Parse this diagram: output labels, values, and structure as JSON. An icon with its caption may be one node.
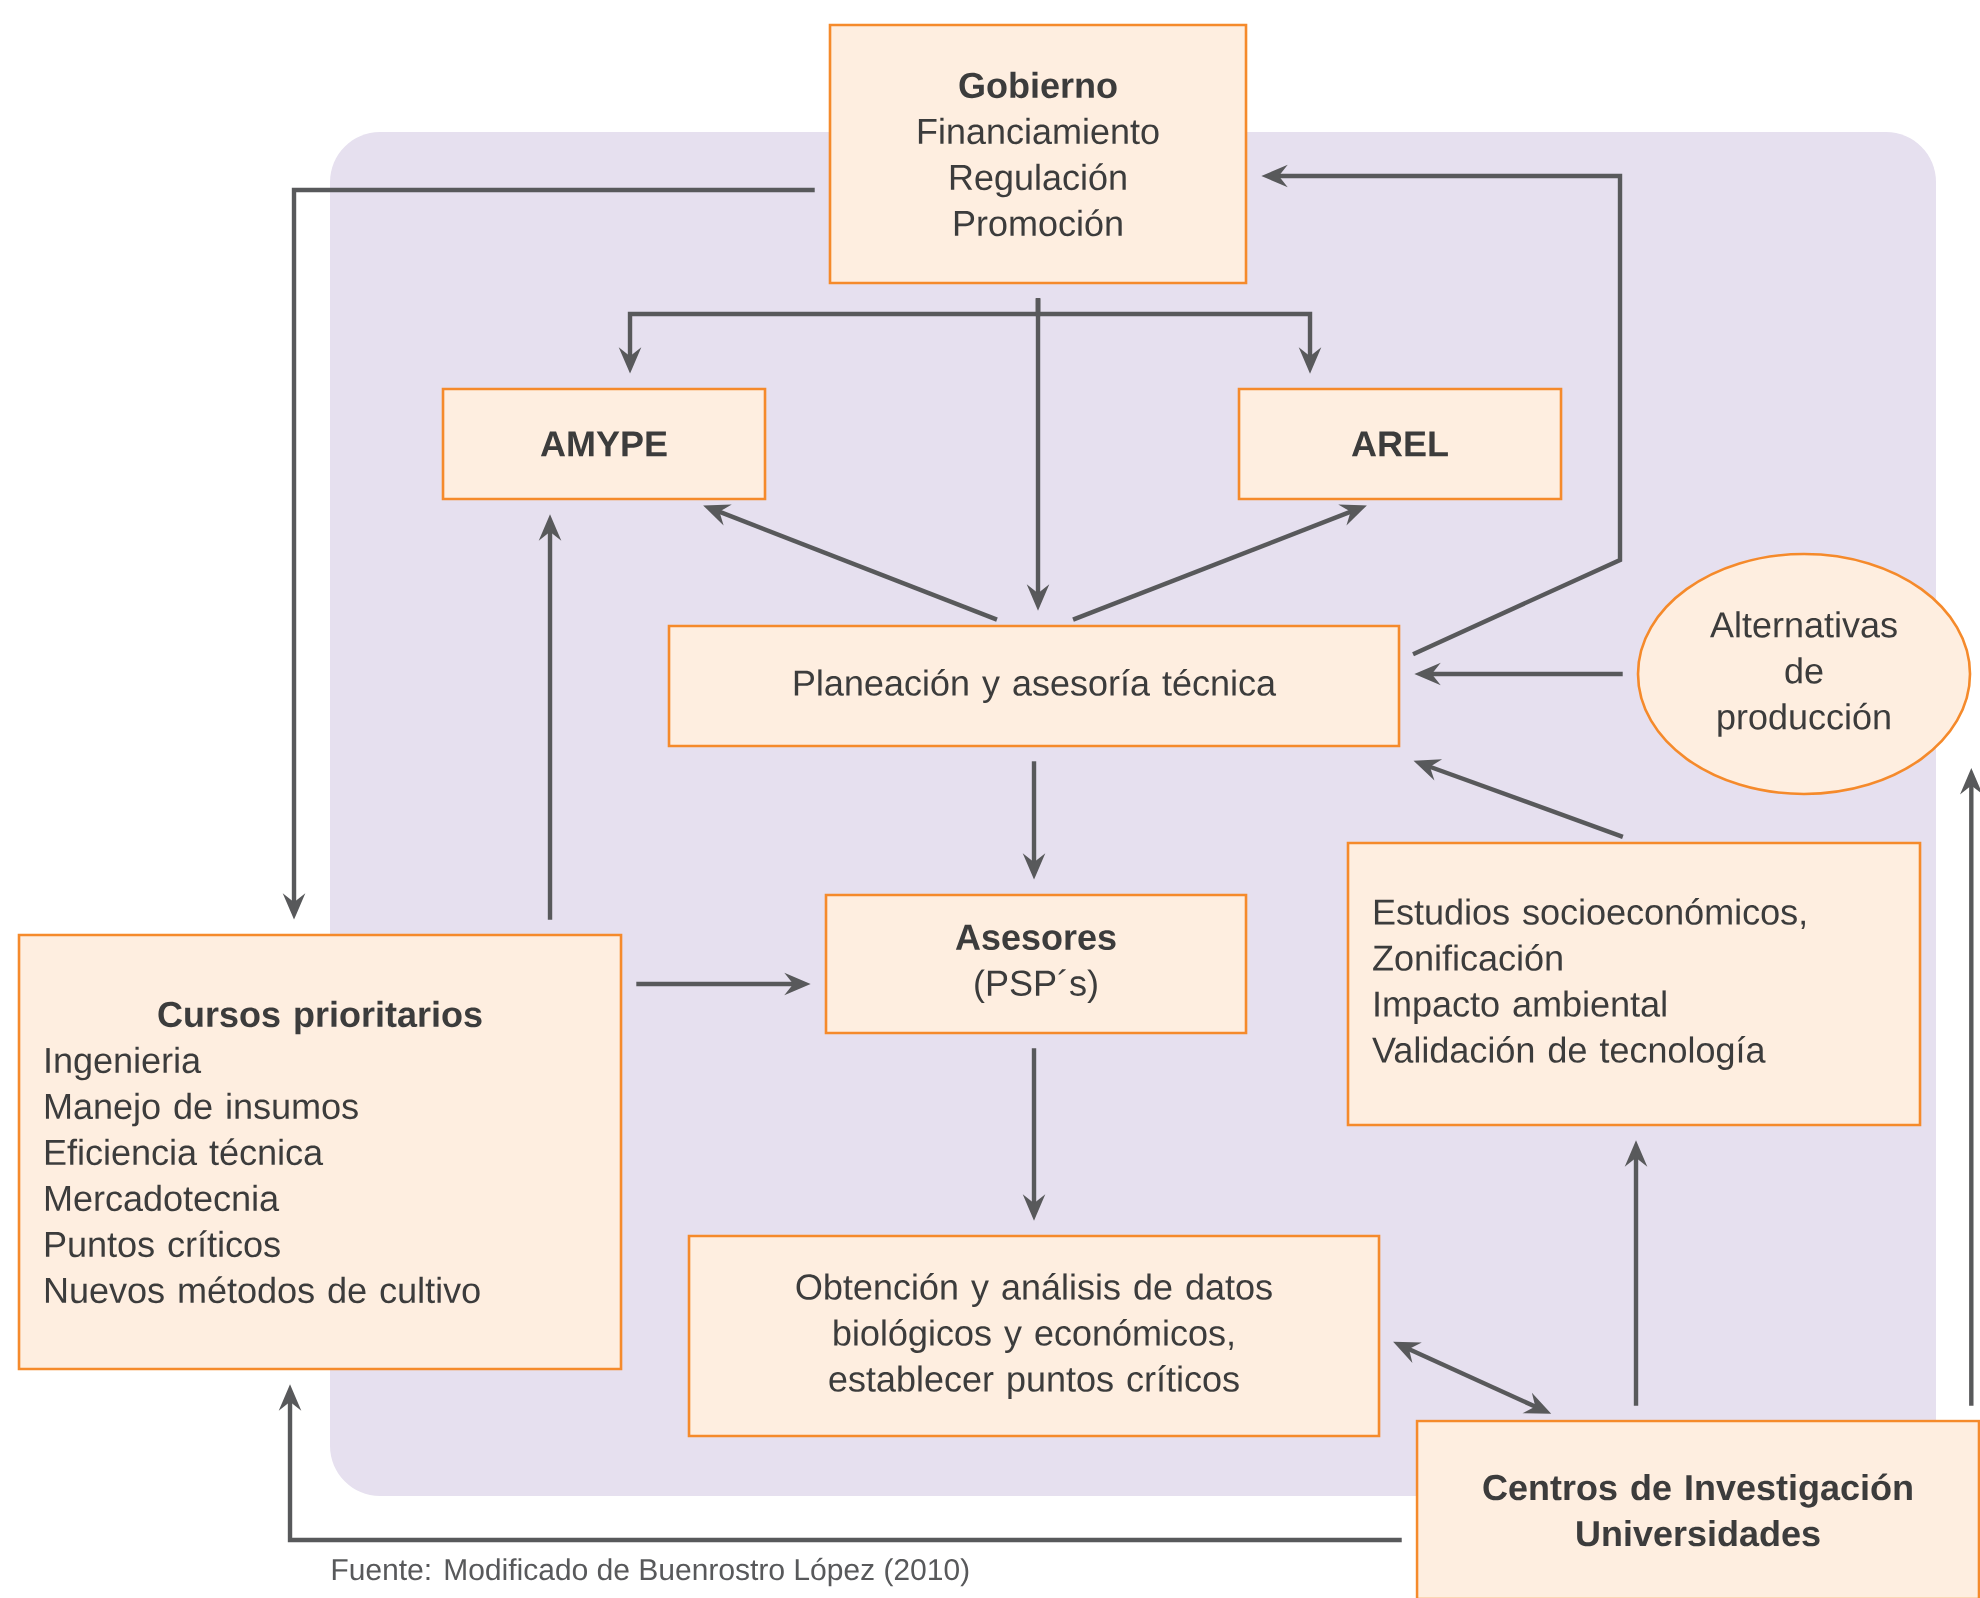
{
  "diagram": {
    "nodes": [
      {
        "text": [
          "Gobierno",
          "Financiamiento",
          "Regulación",
          "Promoción"
        ]
      },
      {
        "text": [
          "AMYPE"
        ]
      },
      {
        "text": [
          "AREL"
        ]
      },
      {
        "text": [
          "Planeación y asesoría técnica"
        ]
      },
      {
        "text": [
          "Alternativas de producción"
        ]
      },
      {
        "text": [
          "Asesores",
          "(PSP´s)"
        ]
      },
      {
        "text": [
          "Cursos prioritarios",
          "Ingenieria",
          "Manejo de insumos",
          "Eficiencia técnica",
          "Mercadotecnia",
          "Puntos críticos",
          "Nuevos métodos de cultivo"
        ]
      },
      {
        "text": [
          "Estudios socioeconómicos,",
          "Zonificación",
          "Impacto ambiental",
          "Validación de tecnología"
        ]
      },
      {
        "text": [
          "Obtención y análisis de datos biológicos y económicos, establecer puntos críticos"
        ]
      },
      {
        "text": [
          "Centros de Investigación",
          "Universidades"
        ]
      }
    ],
    "edges": [
      {
        "from": 0,
        "to": 1,
        "arrow": "to"
      },
      {
        "from": 0,
        "to": 2,
        "arrow": "to"
      },
      {
        "from": 0,
        "to": 3,
        "arrow": "to"
      },
      {
        "from": 0,
        "to": 6,
        "arrow": "to"
      },
      {
        "from": 3,
        "to": 1,
        "arrow": "to"
      },
      {
        "from": 3,
        "to": 2,
        "arrow": "to"
      },
      {
        "from": 6,
        "to": 1,
        "arrow": "to"
      },
      {
        "from": 6,
        "to": 5,
        "arrow": "to"
      },
      {
        "from": 3,
        "to": 5,
        "arrow": "to"
      },
      {
        "from": 4,
        "to": 3,
        "arrow": "to"
      },
      {
        "from": 7,
        "to": 3,
        "arrow": "to"
      },
      {
        "from": 3,
        "to": 0,
        "arrow": "to"
      },
      {
        "from": 5,
        "to": 8,
        "arrow": "to"
      },
      {
        "from": 8,
        "to": 9,
        "arrow": "both"
      },
      {
        "from": 9,
        "to": 7,
        "arrow": "to"
      },
      {
        "from": 9,
        "to": 4,
        "arrow": "to"
      },
      {
        "from": 9,
        "to": 6,
        "arrow": "to"
      }
    ],
    "labels": [
      "Fuente: Modificado de Buenrostro López (2010)"
    ]
  }
}
